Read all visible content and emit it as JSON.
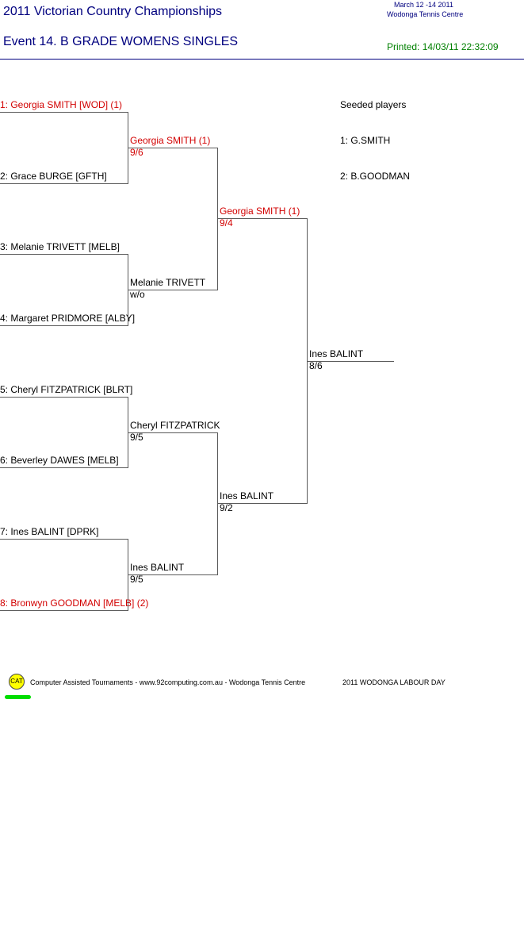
{
  "header": {
    "title": "2011 Victorian Country Championships",
    "event": "Event 14. B GRADE WOMENS SINGLES",
    "dates": "March 12 -14 2011",
    "venue": "Wodonga Tennis Centre",
    "printed": "Printed: 14/03/11 22:32:09"
  },
  "colors": {
    "winner_red": "#d20000",
    "title_blue": "#00007f",
    "printed_green": "#008000"
  },
  "round1": [
    {
      "label": "1: Georgia SMITH [WOD] (1)",
      "highlight": true
    },
    {
      "label": "2: Grace BURGE [GFTH]",
      "highlight": false
    },
    {
      "label": "3: Melanie TRIVETT [MELB]",
      "highlight": false
    },
    {
      "label": "4: Margaret PRIDMORE [ALBY]",
      "highlight": false
    },
    {
      "label": "5: Cheryl FITZPATRICK [BLRT]",
      "highlight": false
    },
    {
      "label": "6: Beverley DAWES [MELB]",
      "highlight": false
    },
    {
      "label": "7: Ines BALINT [DPRK]",
      "highlight": false
    },
    {
      "label": "8: Bronwyn GOODMAN [MELB] (2)",
      "highlight": true
    }
  ],
  "round2": [
    {
      "name": "Georgia SMITH (1)",
      "score": "9/6",
      "highlight": true
    },
    {
      "name": "Melanie TRIVETT",
      "score": "w/o",
      "highlight": false
    },
    {
      "name": "Cheryl FITZPATRICK",
      "score": "9/5",
      "highlight": false
    },
    {
      "name": "Ines BALINT",
      "score": "9/5",
      "highlight": false
    }
  ],
  "semis": [
    {
      "name": "Georgia SMITH (1)",
      "score": "9/4",
      "highlight": true
    },
    {
      "name": "Ines BALINT",
      "score": "9/2",
      "highlight": false
    }
  ],
  "final": {
    "name": "Ines BALINT",
    "score": "8/6"
  },
  "seeds": {
    "heading": "Seeded players",
    "items": [
      "1: G.SMITH",
      "2: B.GOODMAN"
    ]
  },
  "footer": {
    "logo_text": "CAT",
    "credits": "Computer Assisted Tournaments - www.92computing.com.au -  Wodonga Tennis Centre",
    "tournament": "2011 WODONGA LABOUR DAY"
  }
}
